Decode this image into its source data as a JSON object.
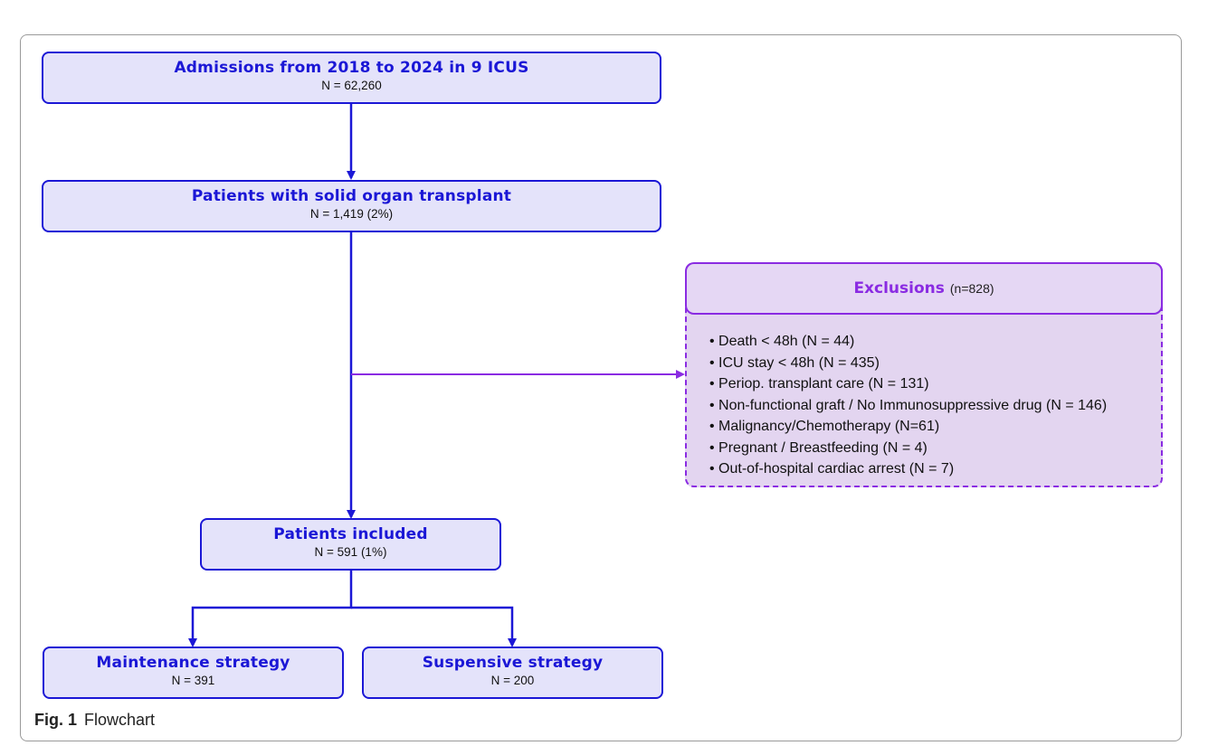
{
  "boxes": {
    "admissions": {
      "title": "Admissions from 2018 to 2024 in 9 ICUS",
      "count": "N = 62,260"
    },
    "transplant": {
      "title": "Patients with solid organ transplant",
      "count": "N = 1,419 (2%)"
    },
    "included": {
      "title": "Patients included",
      "count": "N = 591 (1%)"
    },
    "maintenance": {
      "title": "Maintenance strategy",
      "count": "N = 391"
    },
    "suspensive": {
      "title": "Suspensive strategy",
      "count": "N = 200"
    }
  },
  "exclusions": {
    "title": "Exclusions",
    "total": "(n=828)",
    "items": [
      "Death < 48h (N = 44)",
      "ICU stay < 48h (N = 435)",
      "Periop. transplant care (N = 131)",
      "Non-functional graft / No Immunosuppressive drug (N = 146)",
      "Malignancy/Chemotherapy (N=61)",
      "Pregnant / Breastfeeding (N = 4)",
      "Out-of-hospital cardiac arrest (N = 7)"
    ]
  },
  "caption": {
    "label": "Fig. 1",
    "text": "Flowchart"
  },
  "colors": {
    "main": "#1b17d6",
    "exclusion": "#8a2be2",
    "box_fill": "#e4e3fa",
    "exclusion_fill": "#e3d5f0"
  }
}
